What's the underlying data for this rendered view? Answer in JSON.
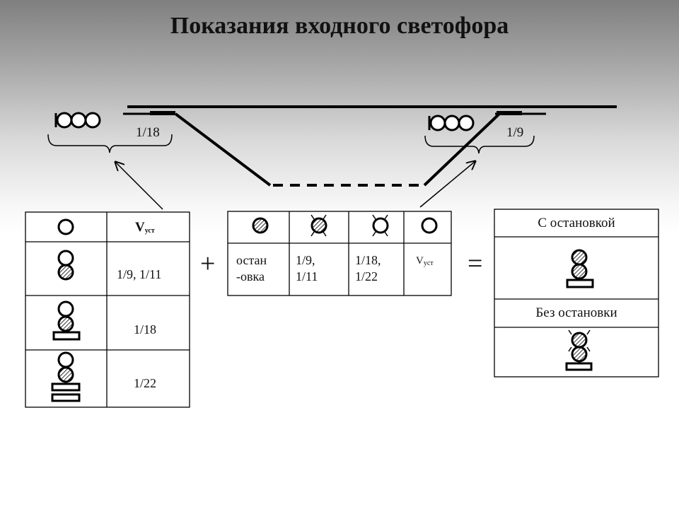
{
  "title": "Показания входного светофора",
  "track": {
    "left_speed_label": "1/18",
    "right_speed_label": "1/9"
  },
  "left_table": {
    "header": {
      "v_main": "V",
      "v_sub": "уст"
    },
    "rows": [
      {
        "value": "1/9, 1/11"
      },
      {
        "value": "1/18"
      },
      {
        "value": "1/22"
      }
    ]
  },
  "operators": {
    "plus": "+",
    "equals": "="
  },
  "middle_table": {
    "cells": [
      {
        "line1": "остан",
        "line2": "-овка"
      },
      {
        "line1": "1/9,",
        "line2": "1/11"
      },
      {
        "line1": "1/18,",
        "line2": "1/22"
      },
      {
        "v_main": "V",
        "v_sub": "уст"
      }
    ]
  },
  "right_table": {
    "with_stop": "С остановкой",
    "without_stop": "Без остановки"
  }
}
